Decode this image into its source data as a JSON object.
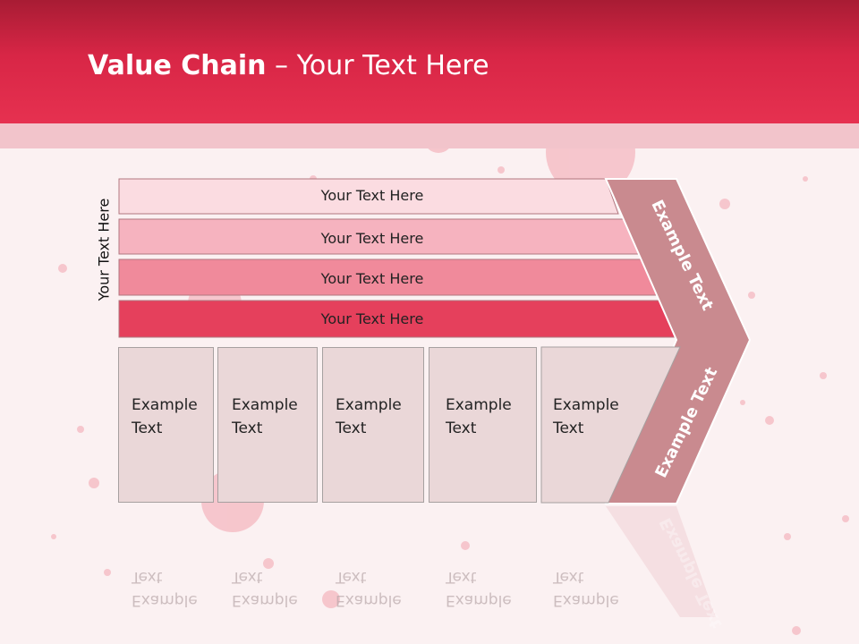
{
  "title": {
    "bold": "Value Chain",
    "rest": " – Your Text Here"
  },
  "side_label": "Your Text Here",
  "bars": [
    {
      "label": "Your Text Here",
      "fill": "#fbdce1"
    },
    {
      "label": "Your Text Here",
      "fill": "#f6b3bf"
    },
    {
      "label": "Your Text Here",
      "fill": "#f08a9b"
    },
    {
      "label": "Your Text Here",
      "fill": "#e5405c"
    }
  ],
  "boxes": [
    {
      "label": "Example\nText"
    },
    {
      "label": "Example\nText"
    },
    {
      "label": "Example\nText"
    },
    {
      "label": "Example\nText"
    },
    {
      "label": "Example\nText"
    }
  ],
  "chevron": {
    "upper": "Example Text",
    "lower": "Example Text",
    "fill": "#c98a8f"
  },
  "colors": {
    "header": "#dd2a4a",
    "background": "#fbf1f2",
    "box": "#ead7d8"
  }
}
